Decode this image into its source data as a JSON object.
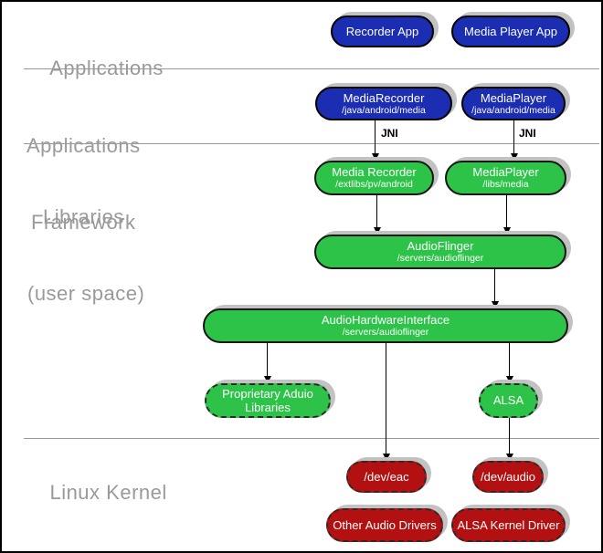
{
  "colors": {
    "app_blue": "#1b2db1",
    "lib_green": "#2dc348",
    "kernel_red": "#b31111",
    "shadow_gray": "#c2c2c2",
    "label_gray": "#9a9a9a"
  },
  "section_labels": {
    "applications": "Applications",
    "framework_line1": "Applications",
    "framework_line2": "Framework",
    "libraries_line1": "Libraries",
    "libraries_line2": "(user space)",
    "linux_kernel": "Linux Kernel"
  },
  "edge_labels": {
    "jni_left": "JNI",
    "jni_right": "JNI"
  },
  "nodes": {
    "recorder_app": {
      "title": "Recorder App"
    },
    "media_player_app": {
      "title": "Media Player App"
    },
    "mediarecorder_framework": {
      "title": "MediaRecorder",
      "path": "/java/android/media"
    },
    "mediaplayer_framework": {
      "title": "MediaPlayer",
      "path": "/java/android/media"
    },
    "media_recorder_lib": {
      "title": "Media Recorder",
      "path": "/extlibs/pv/android"
    },
    "mediaplayer_lib": {
      "title": "MediaPlayer",
      "path": "/libs/media"
    },
    "audioflinger": {
      "title": "AudioFlinger",
      "path": "/servers/audioflinger"
    },
    "audiohardwareinterface": {
      "title": "AudioHardwareInterface",
      "path": "/servers/audioflinger"
    },
    "proprietary_audio_libraries": {
      "line1": "Proprietary Aduio",
      "line2": "Libraries"
    },
    "alsa": {
      "title": "ALSA"
    },
    "dev_eac": {
      "title": "/dev/eac"
    },
    "dev_audio": {
      "title": "/dev/audio"
    },
    "other_audio_drivers": {
      "title": "Other Audio Drivers"
    },
    "alsa_kernel_driver": {
      "title": "ALSA Kernel Driver"
    }
  }
}
